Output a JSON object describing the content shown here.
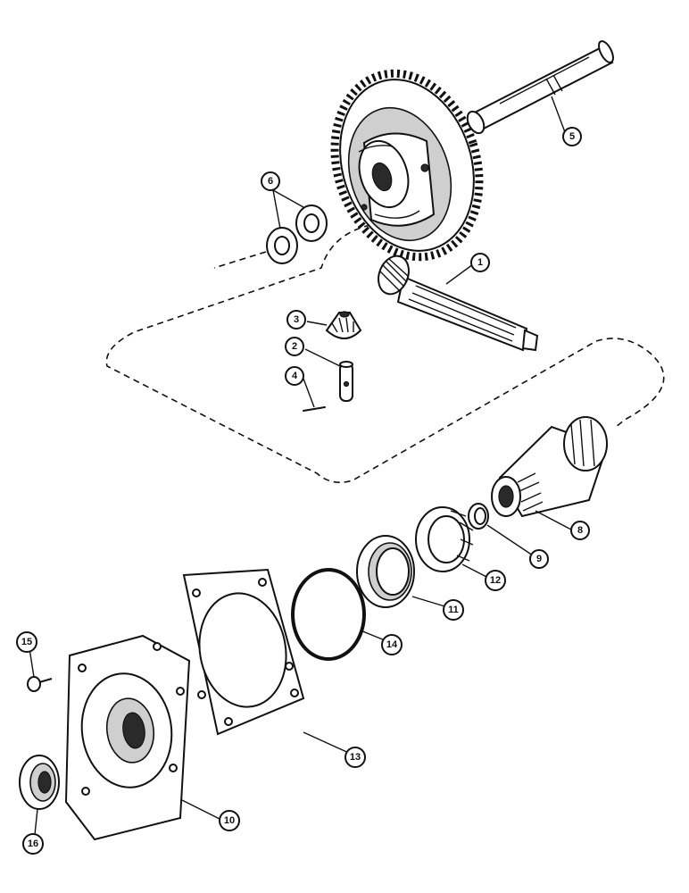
{
  "callouts": {
    "c1": "1",
    "c2": "2",
    "c3": "3",
    "c4": "4",
    "c5": "5",
    "c6": "6",
    "c8": "8",
    "c9": "9",
    "c10": "10",
    "c11": "11",
    "c12": "12",
    "c13": "13",
    "c14": "14",
    "c15": "15",
    "c16": "16"
  }
}
